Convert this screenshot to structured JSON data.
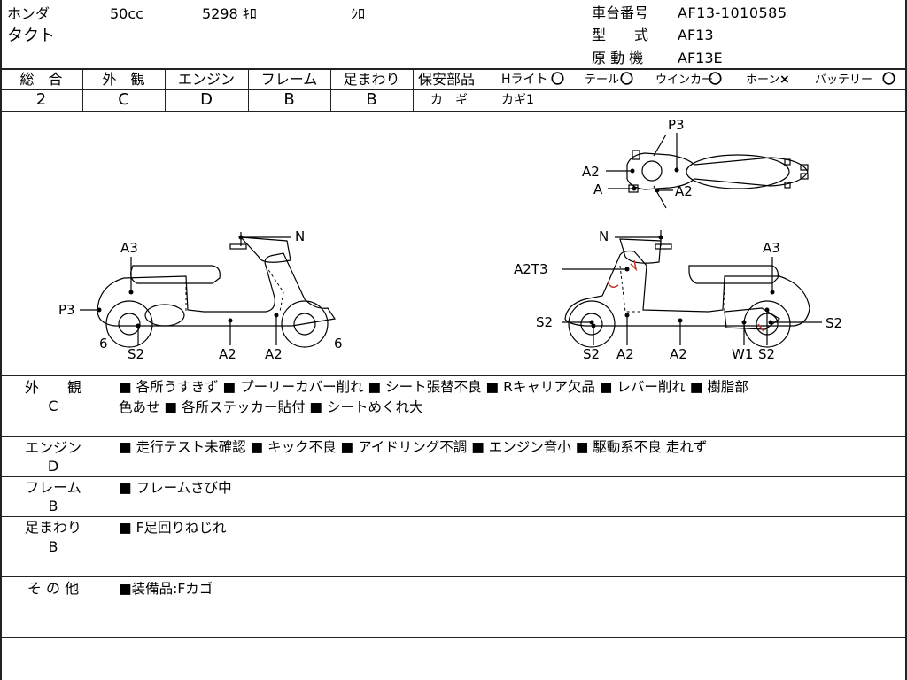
{
  "header": {
    "maker": "ホンダ",
    "displacement": "50cc",
    "mileage": "5298 ｷﾛ",
    "color": "ｼﾛ",
    "model_name": "タクト",
    "frame_no_label": "車台番号",
    "frame_no_value": "AF13-1010585",
    "model_type_label": "型　　式",
    "model_type_value": "AF13",
    "engine_type_label": "原 動 機",
    "engine_type_value": "AF13E"
  },
  "grades": {
    "overall_label": "総　合",
    "overall_value": "2",
    "exterior_label": "外　観",
    "exterior_value": "C",
    "engine_label": "エンジン",
    "engine_value": "D",
    "frame_label": "フレーム",
    "frame_value": "B",
    "suspension_label": "足まわり",
    "suspension_value": "B"
  },
  "safety": {
    "label": "保安部品",
    "headlight_label": "Hライト",
    "headlight_mark": "〇",
    "taillight_label": "テール",
    "taillight_mark": "〇",
    "winker_label": "ウインカー",
    "winker_mark": "〇",
    "horn_label": "ホーン",
    "horn_mark": "×",
    "battery_label": "バッテリー",
    "battery_mark": "〇",
    "key_label": "カ　ギ",
    "key_value": "カギ1"
  },
  "diagram_labels": {
    "top_p3": "P3",
    "top_a2_left": "A2",
    "top_a": "A",
    "top_a2_right": "A2",
    "left_n": "N",
    "left_a3": "A3",
    "left_p3": "P3",
    "left_6_left": "6",
    "left_s2": "S2",
    "left_a2_mid": "A2",
    "left_a2_right": "A2",
    "left_6_right": "6",
    "right_n": "N",
    "right_a2t3": "A2T3",
    "right_a3": "A3",
    "right_s2_left": "S2",
    "right_s2_right": "S2",
    "right_s2_bottom": "S2",
    "right_a2_1": "A2",
    "right_a2_2": "A2",
    "right_w1": "W1",
    "right_s2_bottom2": "S2"
  },
  "remarks": [
    {
      "category": "外　　観",
      "grade": "C",
      "line1": "■ 各所うすきず ■ プーリーカバー削れ ■ シート張替不良 ■ Rキャリア欠品 ■ レバー削れ ■ 樹脂部",
      "line2": "色あせ ■ 各所ステッカー貼付 ■ シートめくれ大"
    },
    {
      "category": "エンジン",
      "grade": "D",
      "line1": "■ 走行テスト未確認 ■ キック不良 ■ アイドリング不調 ■ エンジン音小 ■ 駆動系不良 走れず",
      "line2": ""
    },
    {
      "category": "フレーム",
      "grade": "B",
      "line1": "■ フレームさび中",
      "line2": ""
    },
    {
      "category": "足まわり",
      "grade": "B",
      "line1": "■ F足回りねじれ",
      "line2": ""
    },
    {
      "category": "そ の 他",
      "grade": "",
      "line1": "■装備品:Fカゴ",
      "line2": ""
    }
  ]
}
